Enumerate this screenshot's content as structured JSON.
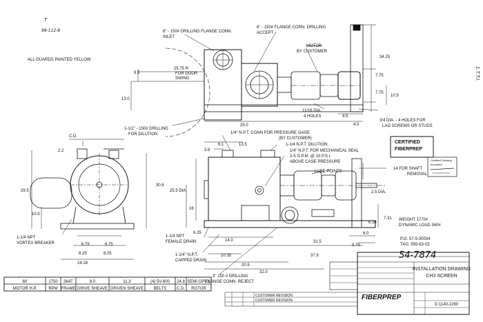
{
  "notes": {
    "guards": "ALL GUARDS PAINTED YELLOW",
    "corner_scribble_1": "T",
    "corner_scribble_2": "99-112-8",
    "right_edge_mark": "1.T.T.I."
  },
  "top_view": {
    "inlet_label_1": "6\" - 150# DRILLING FLANGE CONN.",
    "inlet_label_2": "INLET",
    "accept_label_1": "6\" - 150# FLANGE CONN. DRILLING",
    "accept_label_2": "ACCEPT",
    "motor_label_1": "MOTOR",
    "motor_label_2": "BY CUSTOMER",
    "door_1": "25.75 R",
    "door_2": "FOR DOOR",
    "door_3": "SWING",
    "holes_1": "11/16 DIA.",
    "holes_2": "4 HOLES",
    "lag_1": "3/4 DIA. - 4 HOLES FOR",
    "lag_2": "LAG SCREWS OR STUDS",
    "dilution_1": "1-1/2\" - 150# DRILLING",
    "dilution_2": "FOR DILUTION",
    "dims": {
      "d9_5": "9.5",
      "d13_0": "13.0",
      "d25_0": "25.0",
      "d34_25": "34.25",
      "d7_75a": "7.75",
      "d7_75b": "7.75",
      "d10_5": "10.5",
      "d4_5": "4.5",
      "d4_0": "4.0"
    }
  },
  "side_view": {
    "cd": "C.D.",
    "d2_2": "2.2",
    "d29_5": "29.5",
    "d30_6": "30.6",
    "d10_5": "10.5",
    "d6_75a": "6.75",
    "d6_75b": "6.75",
    "d8_25a": "8.25",
    "d8_25b": "8.25",
    "d24_18": "24.18",
    "vortex_1": "1-1/4 NPT",
    "vortex_2": "VORTEX BREAKER"
  },
  "front_view": {
    "gage_1": "1/4\" N.P.T. CONN FOR PRESSURE GAGE",
    "gage_2": "(BY CUSTOMER)",
    "dil_npt": "1-1/4 N.P.T. DILUTION",
    "seal_1": "1/4\" N.P.T. FOR MECHANICAL SEAL",
    "seal_2": "2-5 G.P.M. @ 10 P.S.I.",
    "seal_3": "ABOVE CASE PRESSURE",
    "lube": "LUBE POINTS",
    "shaft_1": "14 FOR SHAFT",
    "shaft_2": "REMOVAL",
    "female_1": "1-1/4 NPT",
    "female_2": "FEMALE DRAIN",
    "capped_1": "1-1/4\" N.P.T.",
    "capped_2": "CAPPED DRAIN",
    "reject_1": "3\" 150 # DRILLING",
    "reject_2": "FLANGE CONN. REJECT",
    "weight_1": "WEIGHT 1770#",
    "weight_2": "DYNAMIC LOAD 340#",
    "po_1": "P.O. 57-5-30034",
    "po_2": "TAG: 555-63-02",
    "handwritten": "54-7874",
    "dims": {
      "d6_1": "6.1",
      "d13_5": "13.5",
      "d3_8": "3.8",
      "d25_5": "25.5 DIA.",
      "d16": "16",
      "d6_25": "6.25",
      "d14_0": "14.0",
      "d31_5": "31.5",
      "d10_35": "10.35",
      "d37_9": "37.9",
      "d20_5": "20.5",
      "d32_0": "32.0",
      "d2_5": "2.5 DIA.",
      "d6_38": "6.38",
      "d7_31": "7.31",
      "d6_0": "6.0",
      "d0_75": "0.75"
    }
  },
  "stamps": {
    "certified_1": "CERTIFIED",
    "certified_2": "FIBERPREP",
    "small_1": "Certified Drawing",
    "small_2": "Accepted"
  },
  "spec_table": {
    "values": [
      "60",
      "1750",
      "364T",
      "8.0",
      "11.3",
      "(4) 5V-800",
      "24.8",
      "SEMI OPEN"
    ],
    "headers": [
      "MOTOR H.P.",
      "RPM",
      "FRAME",
      "DRIVE SHEAVE",
      "DRIVEN SHEAVE",
      "BELTS",
      "C.D.",
      "ROTOR"
    ]
  },
  "title_block": {
    "title_1": "INSTALLATION DRAWING",
    "title_2": "CH3 SCREEN",
    "company": "FIBERPREP",
    "rev_1": "CUSTOMER REVISION",
    "rev_2": "CUSTOMER REVISION",
    "dwg_no": "D 1140-2260"
  }
}
